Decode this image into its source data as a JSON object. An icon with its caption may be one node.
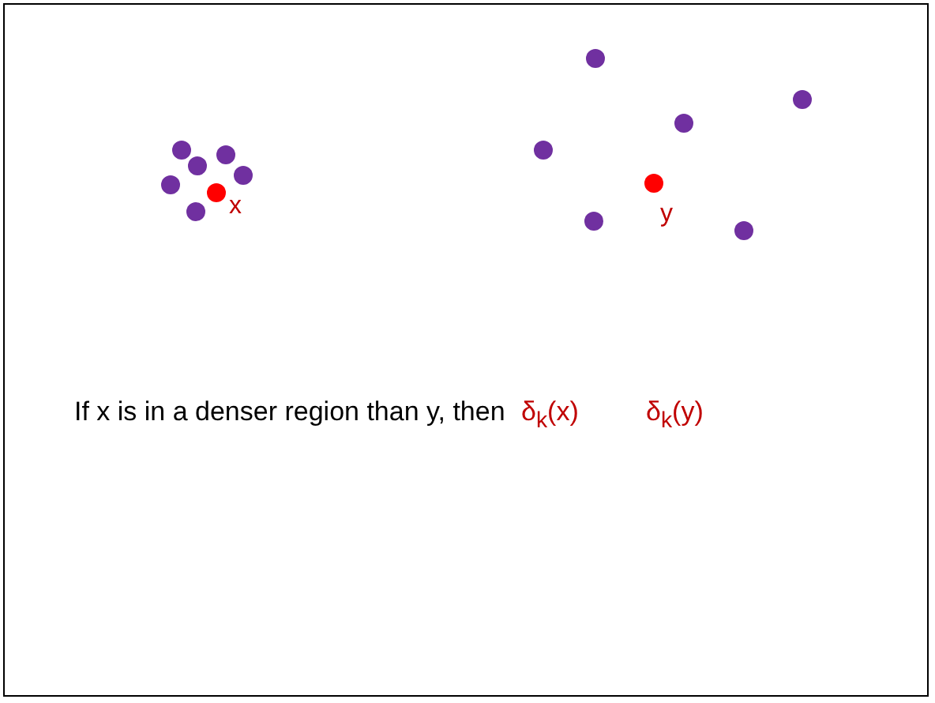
{
  "diagram": {
    "labels": [
      "x",
      "y",
      "If x is in a denser region than y, then",
      "δ$_{k}$(x)",
      "δ$_{k}$(y)"
    ]
  }
}
